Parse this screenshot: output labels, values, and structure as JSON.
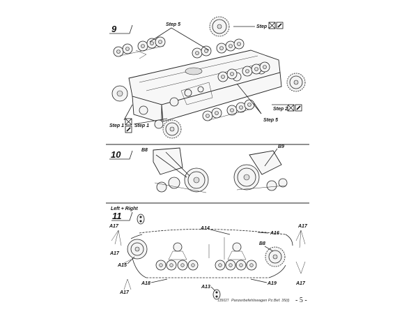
{
  "steps": [
    {
      "number": "9",
      "callouts": {
        "step5_top": "Step 5",
        "step2_top": "Step 2",
        "step2_right": "Step 2",
        "step5_right": "Step 5",
        "step1_left": "Step 1",
        "step1_mid": "Step 1"
      }
    },
    {
      "number": "10",
      "parts": {
        "b8": "B8",
        "b9": "B9"
      }
    },
    {
      "number": "11",
      "heading": "Left + Right",
      "parts": {
        "a14": "A14",
        "a16": "A16",
        "a17_tl": "A17",
        "a17_tr": "A17",
        "a17_ml": "A17",
        "a17_bl": "A17",
        "a17_br": "A17",
        "a15": "A15",
        "b8": "B8",
        "a18": "A18",
        "a19": "A19",
        "a13": "A13"
      }
    }
  ],
  "footer": {
    "code": "135027",
    "model_name": "Panzerbefehlswagen Pz.Bef. 35(t)",
    "page_number": "- 5 -"
  },
  "icons": {
    "glue_icon": "cement-glue-icon",
    "paint_icon": "paint-icon"
  }
}
